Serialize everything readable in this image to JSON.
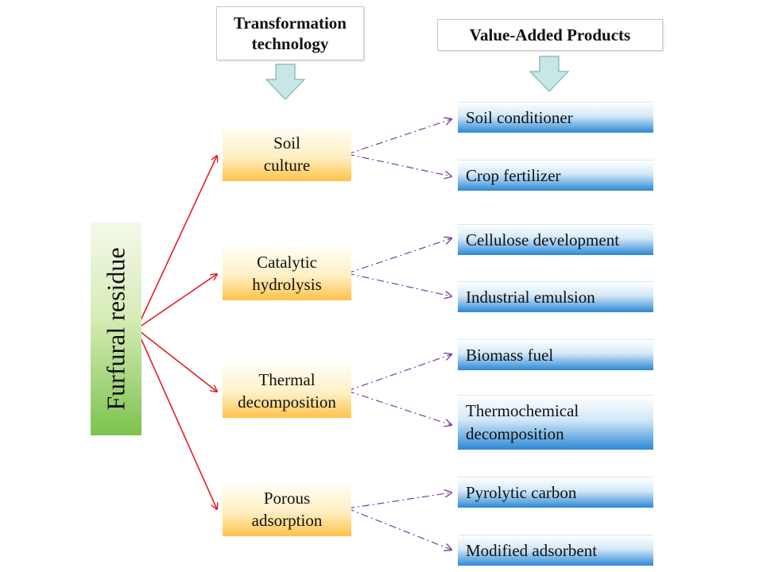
{
  "headers": {
    "technology": "Transformation\ntechnology",
    "products": "Value-Added Products"
  },
  "root": {
    "label": "Furfural residue"
  },
  "technologies": [
    {
      "label": "Soil\nculture"
    },
    {
      "label": "Catalytic\nhydrolysis"
    },
    {
      "label": "Thermal\ndecomposition"
    },
    {
      "label": "Porous\nadsorption"
    }
  ],
  "products": [
    {
      "label": "Soil conditioner"
    },
    {
      "label": "Crop fertilizer"
    },
    {
      "label": "Cellulose development"
    },
    {
      "label": "Industrial emulsion"
    },
    {
      "label": "Biomass fuel"
    },
    {
      "label": "Thermochemical\ndecomposition"
    },
    {
      "label": "Pyrolytic carbon"
    },
    {
      "label": "Modified adsorbent"
    }
  ],
  "colors": {
    "solid_arrow": "#e31e24",
    "dashed_arrow": "#7b3f9e",
    "header_arrow_fill": "#c7e6e6",
    "header_arrow_stroke": "#8fbfc2"
  }
}
